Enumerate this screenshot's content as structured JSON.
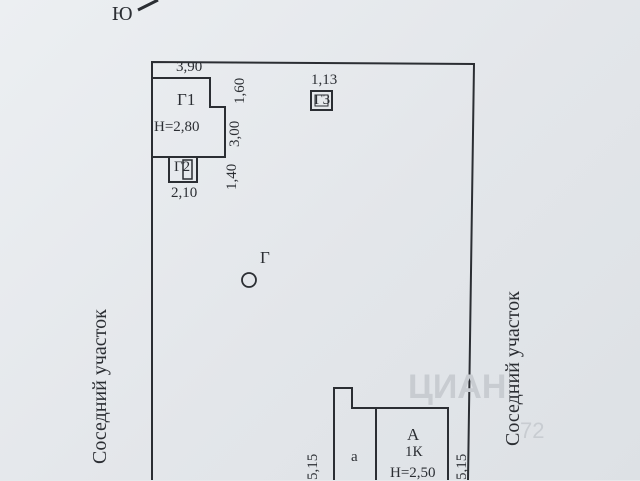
{
  "document": {
    "north_marker": "Ю",
    "sides": {
      "left_neighbor": "Соседний участок",
      "right_neighbor": "Соседний участок"
    },
    "dimensions": {
      "top_width": "3,90",
      "g1_right_height": "1,60",
      "g1_height": "3,00",
      "g2_height": "1,40",
      "g2_width": "2,10",
      "g3_size": "1,13",
      "a_height_left": "5,15",
      "a_height_right": "5,15"
    },
    "buildings": {
      "g1_label": "Г1",
      "g1_ceiling": "Н=2,80",
      "g2_label": "Г2",
      "g3_label": "Г3",
      "yard_label": "Г",
      "annex_label": "а",
      "house_label": "А",
      "house_rooms": "1К",
      "house_ceiling": "Н=2,50"
    },
    "watermark": {
      "brand": "ЦИАН",
      "number": "72"
    }
  }
}
